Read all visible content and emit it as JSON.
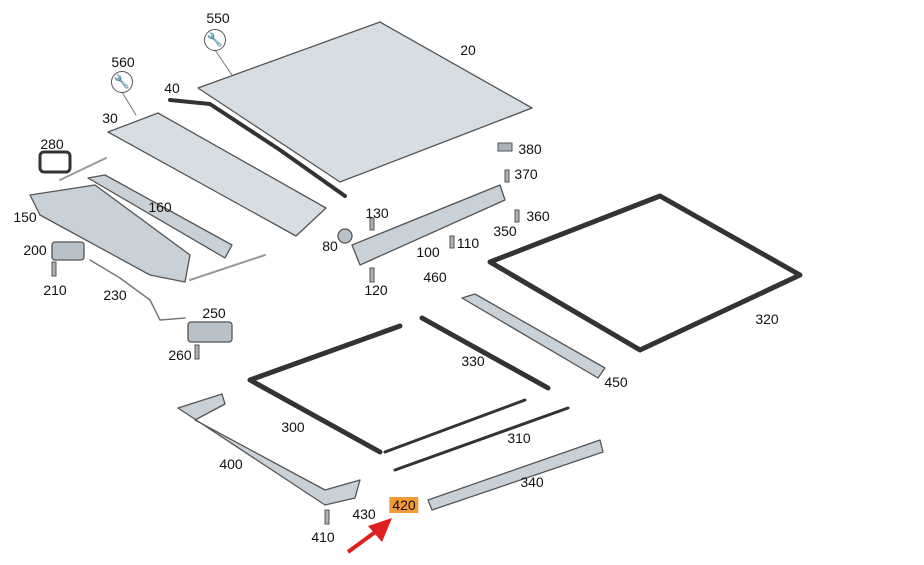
{
  "diagram": {
    "callouts": [
      "550",
      "20",
      "560",
      "40",
      "30",
      "280",
      "160",
      "150",
      "130",
      "80",
      "100",
      "110",
      "350",
      "360",
      "380",
      "370",
      "200",
      "210",
      "230",
      "120",
      "460",
      "250",
      "260",
      "320",
      "330",
      "450",
      "300",
      "310",
      "400",
      "340",
      "430",
      "420",
      "410"
    ],
    "highlighted_callout": "420",
    "highlight_color": "#f29a3a",
    "arrow_color": "#e02020",
    "tool_icons": [
      "wrench-icon",
      "wrench-icon"
    ]
  }
}
